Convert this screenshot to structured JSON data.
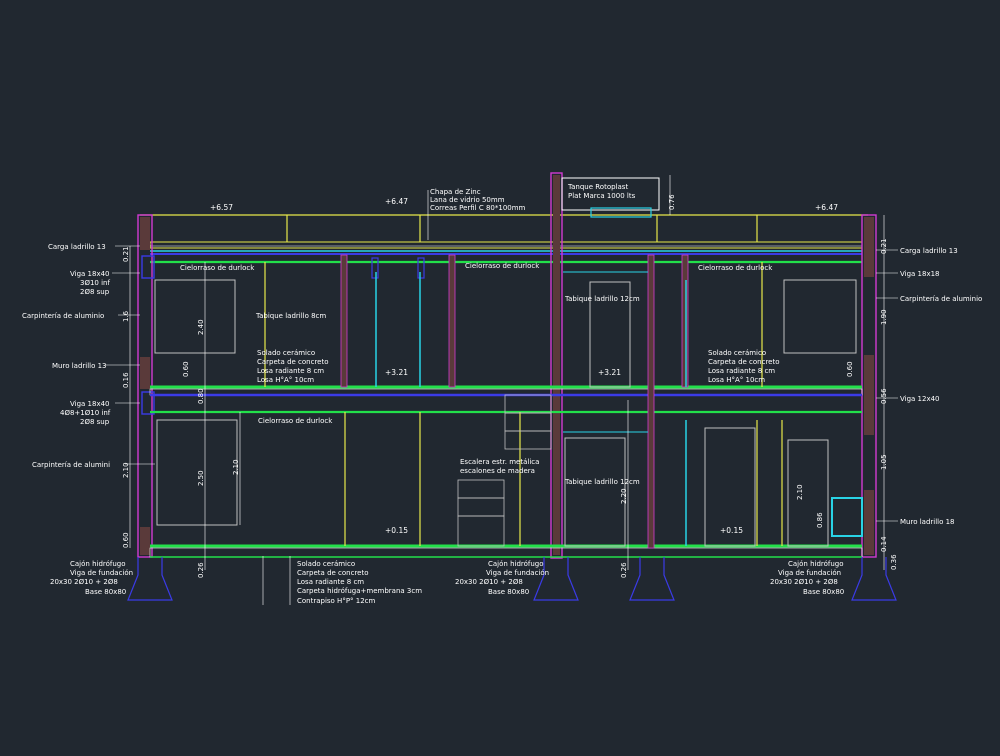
{
  "labels": {
    "left": {
      "carga_ladrillo": "Carga ladrillo 13",
      "viga_top_1": "Viga 18x40",
      "viga_top_2": "3Ø10 inf",
      "viga_top_3": "2Ø8 sup",
      "carpinteria_top": "Carpintería de aluminio",
      "muro_ladrillo": "Muro ladrillo 13",
      "viga_mid_1": "Viga 18x40",
      "viga_mid_2": "4Ø8+1Ø10 inf",
      "viga_mid_3": "2Ø8 sup",
      "carpinteria_bottom": "Carpintería de alumini",
      "cajon_1": "Cajón hidrófugo",
      "cajon_2": "Viga de fundación",
      "cajon_3": "20x30 2Ø10 + 2Ø8",
      "cajon_4": "Base 80x80"
    },
    "right": {
      "carga_ladrillo": "Carga ladrillo 13",
      "viga_top": "Viga 18x18",
      "carpinteria": "Carpintería de aluminio",
      "viga_mid": "Viga 12x40",
      "muro_ladrillo": "Muro ladrillo 18"
    },
    "center_bottom": {
      "c1": "Cajón hidrófugo",
      "c2": "Viga de fundación",
      "c3": "20x30 2Ø10 + 2Ø8",
      "c4": "Base 80x80"
    },
    "right_bottom": {
      "c1": "Cajón hidrófugo",
      "c2": "Viga de fundación",
      "c3": "20x30 2Ø10 + 2Ø8",
      "c4": "Base 80x80"
    },
    "roof": {
      "r1": "Chapa de Zinc",
      "r2": "Lana de vidrio 50mm",
      "r3": "Correas Perfil C 80*100mm"
    },
    "tank": {
      "t1": "Tanque Rotoplast",
      "t2": "Plat Marca 1000 lts"
    },
    "interior": {
      "cielorraso_left": "Cielorraso de durlock",
      "cielorraso_center": "Cielorraso de durlock",
      "cielorraso_right": "Cielorraso de durlock",
      "cielorraso_ground": "Cielorraso de durlock",
      "tabique_8": "Tabique ladrillo 8cm",
      "tabique_12_top": "Tabique ladrillo 12cm",
      "tabique_12_bottom": "Tabique ladrillo 12cm",
      "escalera_1": "Escalera estr. metálica",
      "escalera_2": "escalones de madera"
    },
    "floor_left": {
      "f1": "Solado cerámico",
      "f2": "Carpeta de concreto",
      "f3": "Losa radiante 8 cm",
      "f4": "Losa H°A° 10cm"
    },
    "floor_right": {
      "f1": "Solado cerámico",
      "f2": "Carpeta de concreto",
      "f3": "Losa radiante 8 cm",
      "f4": "Losa H°A° 10cm"
    },
    "ground": {
      "g1": "Solado cerámico",
      "g2": "Carpeta de concreto",
      "g3": "Losa radiante 8 cm",
      "g4": "Carpeta hidrófuga+membrana 3cm",
      "g5": "Contrapiso H°P° 12cm"
    }
  },
  "levels": {
    "roof_left": "+6.57",
    "roof_center": "+6.47",
    "roof_right": "+6.47",
    "floor1_left": "+3.21",
    "floor1_right": "+3.21",
    "ground_left": "+0.15",
    "ground_right": "+0.15"
  },
  "dims": {
    "d_021_left": "0.21",
    "d_240": "2.40",
    "d_060a": "0.60",
    "d_080": "0.80",
    "d_016": "0.16",
    "d_210_left": "2.10",
    "d_250": "2.50",
    "d_060b": "0.60",
    "d_026_left": "0.26",
    "d_076": "0.76",
    "d_220": "2.20",
    "d_026_mid": "0.26",
    "d_210_right": "2.10",
    "d_086": "0.86",
    "d_021_right": "0.21",
    "d_190": "1.90",
    "d_056": "0.56",
    "d_105": "1.05",
    "d_014": "0.14",
    "d_036": "0.36",
    "d_060c": "0.60",
    "d_016b": "1.6",
    "d_210c": "2.10"
  }
}
